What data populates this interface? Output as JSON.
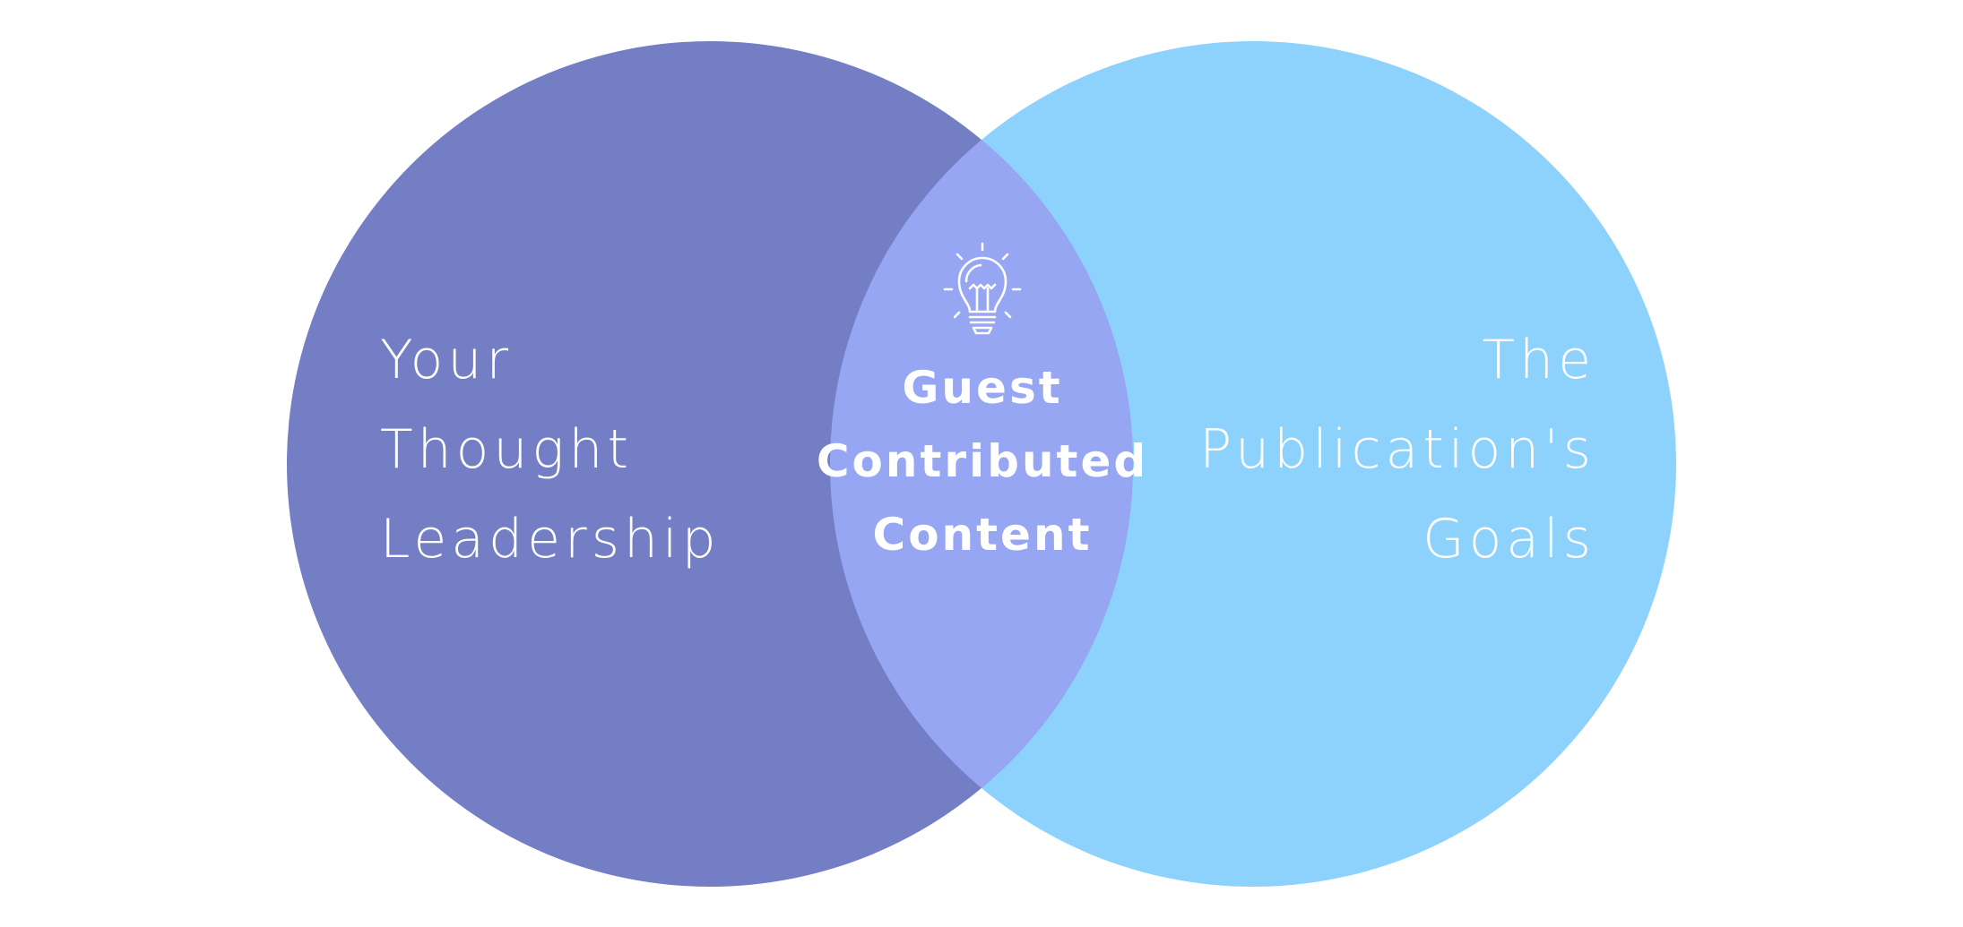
{
  "diagram": {
    "type": "venn",
    "colors": {
      "left_circle": "#737EC5",
      "right_circle": "#8DD2FD",
      "intersection": "#97A6F3",
      "text": "#FFFFFF",
      "background": "#FFFFFF"
    },
    "left": {
      "lines": [
        "Your",
        "Thought",
        "Leadership"
      ]
    },
    "right": {
      "lines": [
        "The",
        "Publication's",
        "Goals"
      ]
    },
    "intersection": {
      "icon": "lightbulb-icon",
      "lines": [
        "Guest",
        "Contributed",
        "Content"
      ]
    }
  }
}
